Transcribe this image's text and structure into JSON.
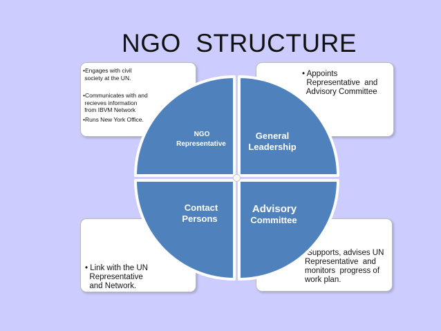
{
  "title": "NGO  STRUCTURE",
  "quadrants": {
    "top_left": {
      "line1": "NGO",
      "line2": "Representative"
    },
    "top_right": {
      "line1": "General",
      "line2": "Leadership"
    },
    "bottom_left": {
      "line1": "Contact",
      "line2": "Persons"
    },
    "bottom_right": {
      "line1": "Advisory",
      "line2": "Committee"
    }
  },
  "boxes": {
    "top_left": {
      "item1": "•Engages with civil\n society at the UN.",
      "item2": "•Communicates with and\n recieves information\n from IBVM Network",
      "item3": "•Runs New York Office."
    },
    "top_right": {
      "item1": "• Appoints\n  Representative  and\n  Advisory Committee"
    },
    "bottom_left": {
      "item1": "• Link with the UN\n  Representative\n  and Network."
    },
    "bottom_right": {
      "item1": " Supports, advises UN\nRepresentative  and\nmonitors  progress of\nwork plan."
    }
  },
  "colors": {
    "background": "#ccccfe",
    "quadrant_fill": "#4f81bd",
    "quadrant_border": "#ffffff"
  }
}
